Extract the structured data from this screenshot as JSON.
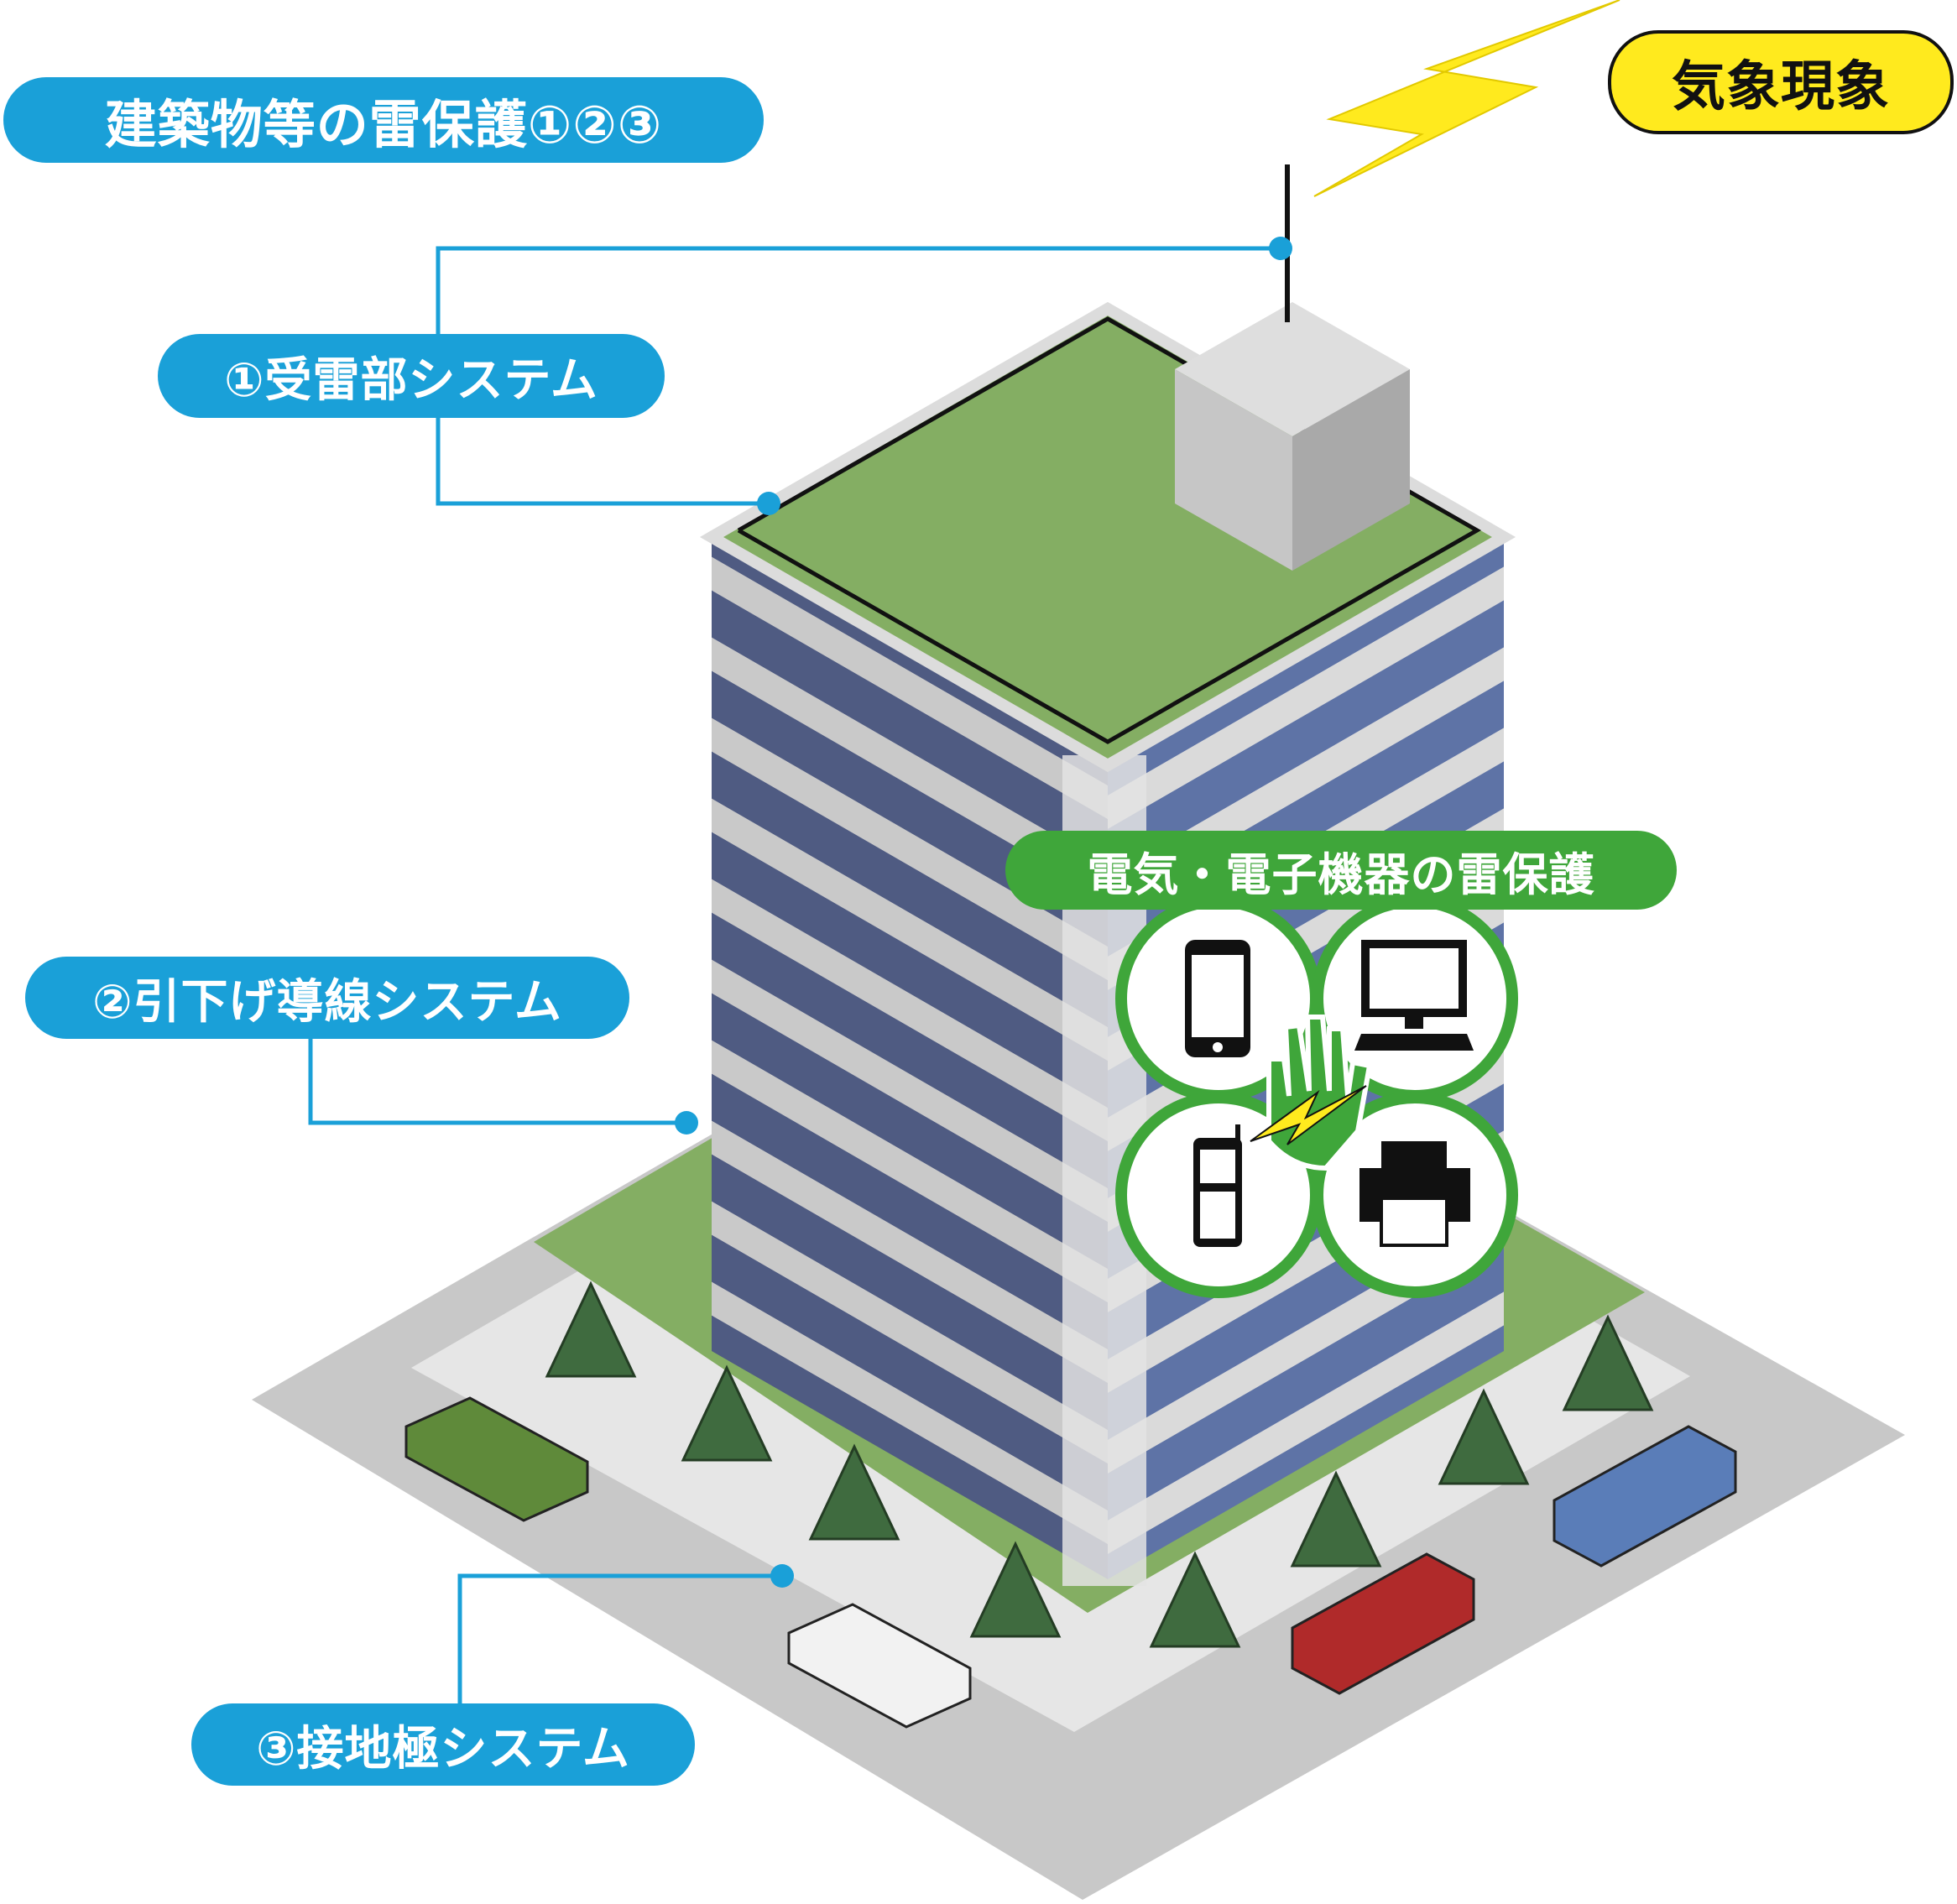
{
  "labels": {
    "title": "建築物等の雷保護①②③",
    "weather": "気象現象",
    "air_termination": "①受雷部システム",
    "down_conductor": "②引下げ導線システム",
    "earth_termination": "③接地極システム",
    "equipment_protection": "電気・電子機器の雷保護"
  },
  "icons": [
    "lightning-bolt-icon",
    "smartphone-icon",
    "desktop-computer-icon",
    "mobile-phone-icon",
    "printer-icon",
    "stop-hand-icon"
  ],
  "colors": {
    "callout_blue": "#1aa0d8",
    "weather_yellow": "#ffea1e",
    "protection_green": "#3fa63a",
    "roof_green": "#84ae63",
    "window_blue": "#5a6ea0",
    "wall_gray": "#d9d9d9"
  }
}
